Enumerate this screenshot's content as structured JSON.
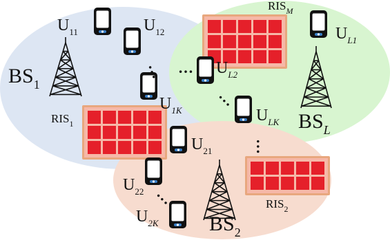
{
  "colors": {
    "cell_1": "#dde6f3",
    "cell_L": "#d8f5d0",
    "cell_2": "#f7dccf",
    "ris_panel": "#e5202a",
    "ris_frame": "#e8a77e",
    "ris_grid": "#f6b8a8",
    "phone_body": "#111111",
    "phone_screen": "#ffffff",
    "phone_button": "#3a7fc6",
    "tower": "#111111"
  },
  "cells": [
    {
      "id": "1",
      "color_key": "cell_1"
    },
    {
      "id": "L",
      "color_key": "cell_L"
    },
    {
      "id": "2",
      "color_key": "cell_2"
    }
  ],
  "base_stations": [
    {
      "id": "1",
      "base": "BS",
      "sub": "1",
      "icon": "tower-icon"
    },
    {
      "id": "L",
      "base": "BS",
      "sub": "L",
      "sub_italic": true,
      "icon": "tower-icon"
    },
    {
      "id": "2",
      "base": "BS",
      "sub": "2",
      "icon": "tower-icon"
    }
  ],
  "ris": [
    {
      "id": "1",
      "base": "RIS",
      "sub": "1",
      "icon": "ris-panel-icon"
    },
    {
      "id": "M",
      "base": "RIS",
      "sub": "M",
      "sub_italic": true,
      "icon": "ris-panel-icon"
    },
    {
      "id": "2",
      "base": "RIS",
      "sub": "2",
      "icon": "ris-panel-icon"
    }
  ],
  "users": [
    {
      "id": "11",
      "base": "U",
      "sub": "11",
      "icon": "phone-icon"
    },
    {
      "id": "12",
      "base": "U",
      "sub": "12",
      "icon": "phone-icon"
    },
    {
      "id": "1K",
      "base": "U",
      "sub": "1K",
      "sub_italic": true,
      "icon": "phone-icon"
    },
    {
      "id": "L1",
      "base": "U",
      "sub": "L1",
      "sub_italic": true,
      "icon": "phone-icon"
    },
    {
      "id": "L2",
      "base": "U",
      "sub": "L2",
      "sub_italic": true,
      "icon": "phone-icon"
    },
    {
      "id": "LK",
      "base": "U",
      "sub": "LK",
      "sub_italic": true,
      "icon": "phone-icon"
    },
    {
      "id": "21",
      "base": "U",
      "sub": "21",
      "icon": "phone-icon"
    },
    {
      "id": "22",
      "base": "U",
      "sub": "22",
      "icon": "phone-icon"
    },
    {
      "id": "2K",
      "base": "U",
      "sub": "2K",
      "sub_italic": true,
      "icon": "phone-icon"
    }
  ],
  "ellipsis": "…"
}
